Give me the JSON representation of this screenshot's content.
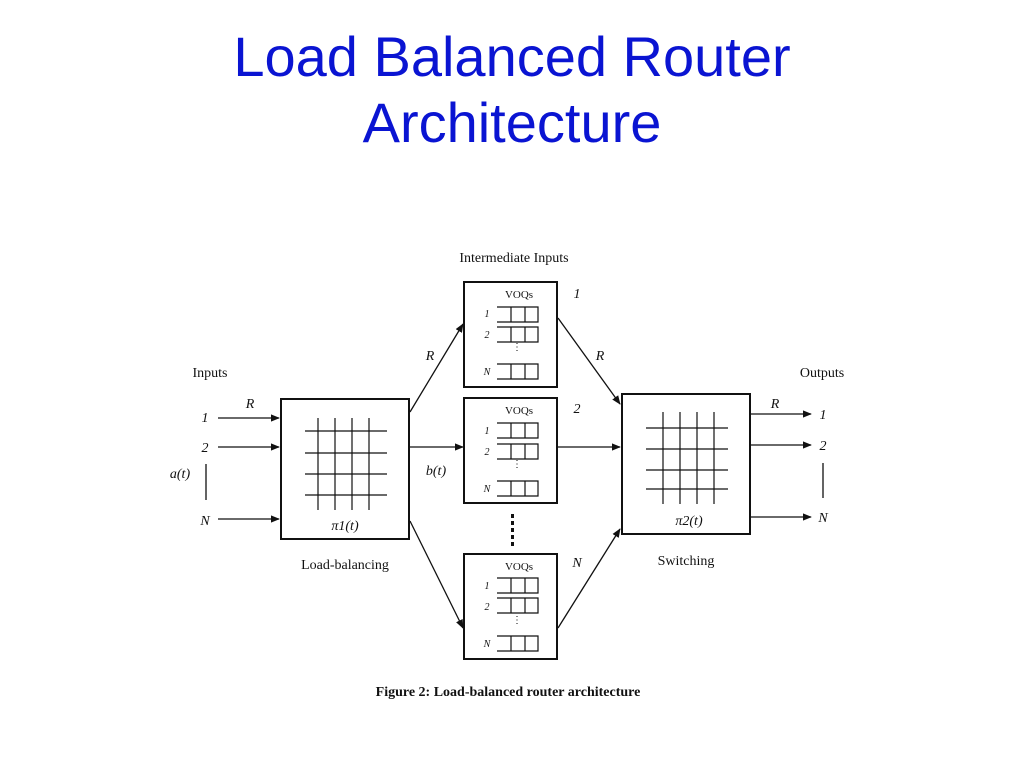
{
  "slide": {
    "title_line1": "Load Balanced Router",
    "title_line2": "Architecture"
  },
  "figure": {
    "intermediate_inputs_label": "Intermediate Inputs",
    "inputs_label": "Inputs",
    "outputs_label": "Outputs",
    "load_balancing_label": "Load-balancing",
    "switching_label": "Switching",
    "caption": "Figure 2:  Load-balanced router architecture",
    "rate_label": "R",
    "input_signal_label": "a(t)",
    "intermediate_signal_label": "b(t)",
    "pi1_label": "π1(t)",
    "pi2_label": "π2(t)",
    "voq_label": "VOQs",
    "port_labels": {
      "first": "1",
      "second": "2",
      "last": "N"
    },
    "intermediate_box_numbers": [
      "1",
      "2",
      "N"
    ]
  },
  "colors": {
    "title": "#0a14d2",
    "line": "#111111"
  }
}
